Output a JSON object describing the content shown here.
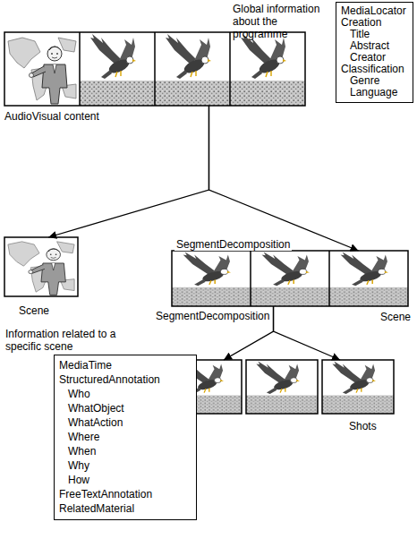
{
  "diagram": {
    "nodes": [
      {
        "text": [
          "AudioVisual content"
        ]
      },
      {
        "text": [
          "Global information about the programme",
          "MediaLocator",
          "Creation",
          "Title",
          "Abstract",
          "Creator",
          "Classification",
          "Genre",
          "Language"
        ]
      },
      {
        "text": [
          "Scene"
        ]
      },
      {
        "text": [
          "Scene"
        ]
      },
      {
        "text": [
          "Information related to a specific scene",
          "MediaTime",
          "StructuredAnnotation",
          "Who",
          "WhatObject",
          "WhatAction",
          "Where",
          "When",
          "Why",
          "How",
          "FreeTextAnnotation",
          "RelatedMaterial"
        ]
      },
      {
        "text": [
          "Shots"
        ]
      }
    ],
    "edges": [
      {
        "from": 0,
        "to": 2,
        "arrow": "to"
      },
      {
        "from": 0,
        "to": 3,
        "label": "SegmentDecomposition",
        "arrow": "to"
      },
      {
        "from": 3,
        "to": 5,
        "arrow": "to"
      },
      {
        "from": 3,
        "to": 5,
        "label": "SegmentDecomposition",
        "arrow": "to"
      }
    ]
  }
}
